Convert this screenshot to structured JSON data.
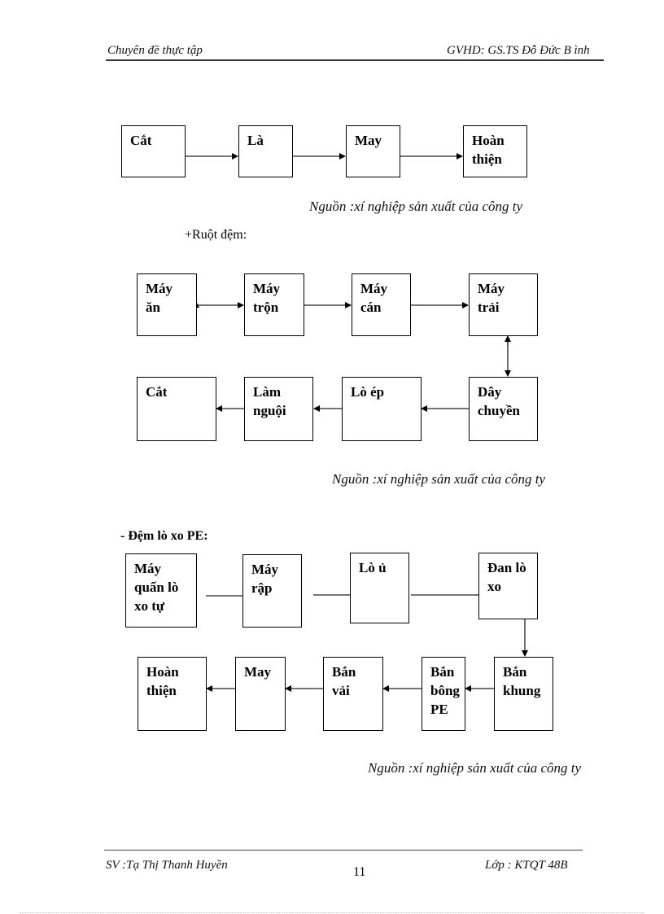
{
  "header": {
    "left": "Chuyên đề thực tập",
    "right": "GVHD: GS.TS Đỗ Đức B ình"
  },
  "diagram1": {
    "boxes": [
      "Cắt",
      "Là",
      "May",
      "Hoàn\nthiện"
    ],
    "source": "Nguồn :xí nghiệp sản xuất của công ty"
  },
  "section2": {
    "title": "+Ruột đệm:",
    "top_row": [
      "Máy\năn",
      "Máy\ntrộn",
      "Máy\ncán",
      "Máy\ntrải"
    ],
    "bottom_row": [
      "Cắt",
      "Làm\nnguội",
      "Lò ép",
      "Dây\nchuyền"
    ],
    "source": "Nguồn :xí nghiệp sản xuất của công ty"
  },
  "section3": {
    "title": "- Đệm lò xo PE:",
    "top_row": [
      "Máy\nquấn lò\nxo tự",
      "Máy\nrập",
      "Lò ủ",
      "Đan lò\nxo"
    ],
    "bottom_row": [
      "Hoàn\nthiện",
      "May",
      "Bắn\nvải",
      "Bắn\nbông\nPE",
      "Bắn\nkhung"
    ],
    "source": "Nguồn :xí nghiệp sản xuất của công ty"
  },
  "footer": {
    "left": "SV :Tạ Thị Thanh Huyền",
    "page_number": "11",
    "right": "Lớp : KTQT 48B"
  }
}
